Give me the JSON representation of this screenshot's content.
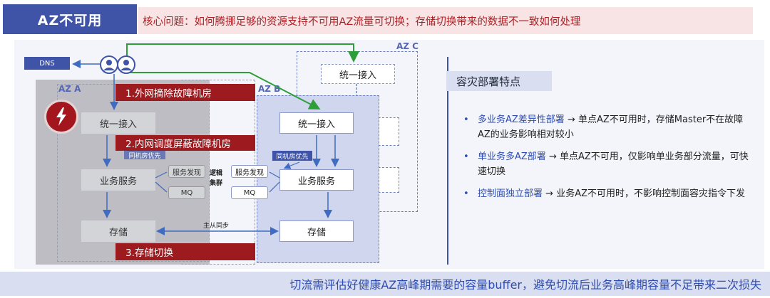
{
  "header": {
    "title": "AZ不可用",
    "core_question": "核心问题：如何腾挪足够的资源支持不可用AZ流量可切换；存储切换带来的数据不一致如何处理"
  },
  "diagram": {
    "dns": "DNS",
    "az_a": "AZ A",
    "az_b": "AZ B",
    "az_c": "AZ C",
    "steps": {
      "step1": "1.外网摘除故障机房",
      "step2": "2.内网调度屏蔽故障机房",
      "step3": "3.存储切换"
    },
    "nodes": {
      "access_a": "统一接入",
      "access_b": "统一接入",
      "access_c": "统一接入",
      "service_a": "业务服务",
      "service_b": "业务服务",
      "storage_a": "存储",
      "storage_b": "存储",
      "discovery_a": "服务发现",
      "mq_a": "MQ",
      "discovery_b": "服务发现",
      "mq_b": "MQ"
    },
    "labels": {
      "same_room_a": "同机房优先",
      "same_room_b": "同机房优先",
      "logic_cluster_1": "逻辑",
      "logic_cluster_2": "集群",
      "sync": "主从同步"
    },
    "colors": {
      "route_green": "#2e9e3a",
      "accent_blue": "#3f54a6",
      "step_red": "#9d1a1f"
    }
  },
  "features": {
    "title": "容灾部署特点",
    "items": [
      {
        "key": "多业务AZ差异性部署",
        "arrow": " → ",
        "text": "单点AZ不可用时，存储Master不在故障AZ的业务影响相对较小"
      },
      {
        "key": "单业务多AZ部署",
        "arrow": " → ",
        "text": "单点AZ不可用，仅影响单业务部分流量，可快速切换"
      },
      {
        "key": "控制面独立部署",
        "arrow": " → ",
        "text": "业务AZ不可用时，不影响控制面容灾指令下发"
      }
    ]
  },
  "footer": {
    "note": "切流需评估好健康AZ高峰期需要的容量buffer，避免切流后业务高峰期容量不足带来二次损失"
  }
}
